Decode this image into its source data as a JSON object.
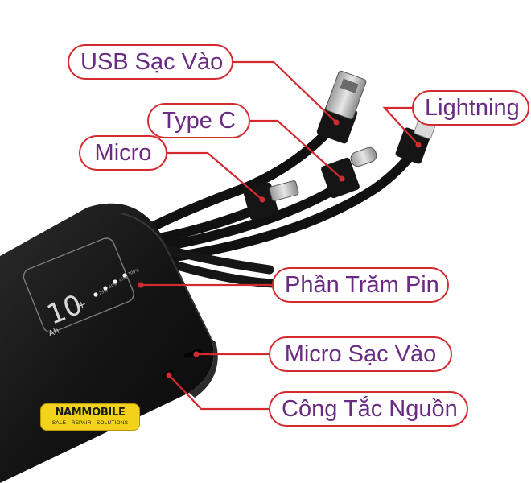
{
  "labels": {
    "usb_in": "USB Sạc Vào",
    "type_c": "Type C",
    "micro": "Micro",
    "lightning": "Lightning",
    "battery_percent": "Phần Trăm Pin",
    "micro_in": "Micro Sạc Vào",
    "power_switch": "Công Tắc Nguồn"
  },
  "device": {
    "capacity_number": "10",
    "capacity_unit": "Ah",
    "led_levels": [
      "100%",
      "75%",
      "50%",
      "25%"
    ]
  },
  "watermark": {
    "brand": "NAMMOBILE",
    "tagline": "SALE · REPAIR · SOLUTIONS"
  },
  "colors": {
    "label_border": "#d32a2f",
    "label_text": "#6a2c82",
    "leader_line": "#d32a2f",
    "device_body": "#1a1a1a",
    "logo_bg": "#f2d21a"
  }
}
